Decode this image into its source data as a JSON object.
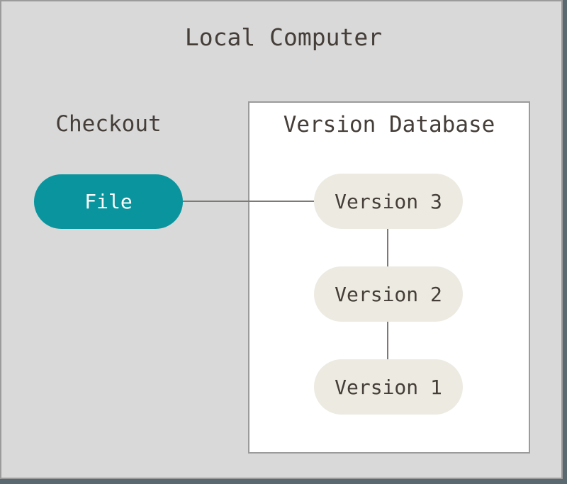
{
  "title": "Local Computer",
  "checkout": {
    "label": "Checkout",
    "file": "File"
  },
  "version_database": {
    "label": "Version Database",
    "versions": [
      {
        "label": "Version 3"
      },
      {
        "label": "Version 2"
      },
      {
        "label": "Version 1"
      }
    ]
  },
  "colors": {
    "background": "#d9d9d9",
    "frame_border": "#9b9b9b",
    "frame_shadow": "#5a6970",
    "box_background": "#ffffff",
    "box_border": "#9b9b9b",
    "file_pill": "#0a959e",
    "file_text": "#ffffff",
    "version_pill": "#eceae1",
    "text": "#443d38",
    "connector": "#7d7973"
  }
}
